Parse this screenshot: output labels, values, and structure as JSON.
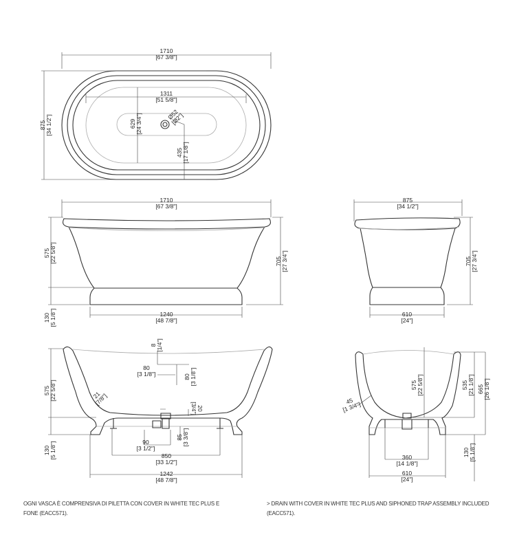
{
  "top_view": {
    "length": "1710",
    "length_in": "[67 3/8\"]",
    "width": "875",
    "width_in": "[34 1/2\"]",
    "inner_length": "1311",
    "inner_length_in": "[51 5/8\"]",
    "inner_width": "629",
    "inner_width_in": "[24 3/4\"]",
    "drain_offset": "435",
    "drain_offset_in": "[17 1/8\"]",
    "drain_dia": "Ø52",
    "drain_dia_in": "[Ø2\"]"
  },
  "front_view": {
    "length": "1710",
    "length_in": "[67 3/8\"]",
    "body_h": "575",
    "body_h_in": "[22 5/8\"]",
    "total_h": "705",
    "total_h_in": "[27 3/4\"]",
    "base_h": "130",
    "base_h_in": "[5 1/8\"]",
    "base_w": "1240",
    "base_w_in": "[48 7/8\"]"
  },
  "end_view": {
    "width": "875",
    "width_in": "[34 1/2\"]",
    "total_h": "705",
    "total_h_in": "[27 3/4\"]",
    "base_w": "610",
    "base_w_in": "[24\"]"
  },
  "front_section": {
    "depth": "575",
    "depth_in": "[22 5/8\"]",
    "base_h": "130",
    "base_h_in": "[5 1/8\"]",
    "d8": "8",
    "d8_in": "[1/4\"]",
    "d80a": "80",
    "d80a_in": "[3 1/8\"]",
    "d80b": "80",
    "d80b_in": "[3 1/8\"]",
    "wall": "21",
    "wall_in": "[7/8\"]",
    "d20": "20",
    "d20_in": "[3/4\"]",
    "d90": "90",
    "d90_in": "[3 1/2\"]",
    "d85": "85",
    "d85_in": "[3 3/8\"]",
    "feet": "850",
    "feet_in": "[33 1/2\"]",
    "base_w": "1242",
    "base_w_in": "[48 7/8\"]"
  },
  "end_section": {
    "wall": "45",
    "wall_in": "[1 3/4\"]",
    "depth": "575",
    "depth_in": "[22 5/8\"]",
    "d535": "535",
    "d535_in": "[21 1/8\"]",
    "d665": "665",
    "d665_in": "[26 1/8\"]",
    "base_h": "130",
    "base_h_in": "[5 1/8\"]",
    "feet": "360",
    "feet_in": "[14 1/8\"]",
    "base_w": "610",
    "base_w_in": "[24\"]"
  },
  "notes": {
    "it_line1": "OGNI VASCA È COMPRENSIVA DI PILETTA CON COVER IN WHITE TEC PLUS E",
    "it_line2": "FONE (EACC571).",
    "en_line1": "> DRAIN WITH COVER IN WHITE TEC PLUS AND SIPHONED TRAP ASSEMBLY INCLUDED",
    "en_line2": "(EACC571)."
  }
}
